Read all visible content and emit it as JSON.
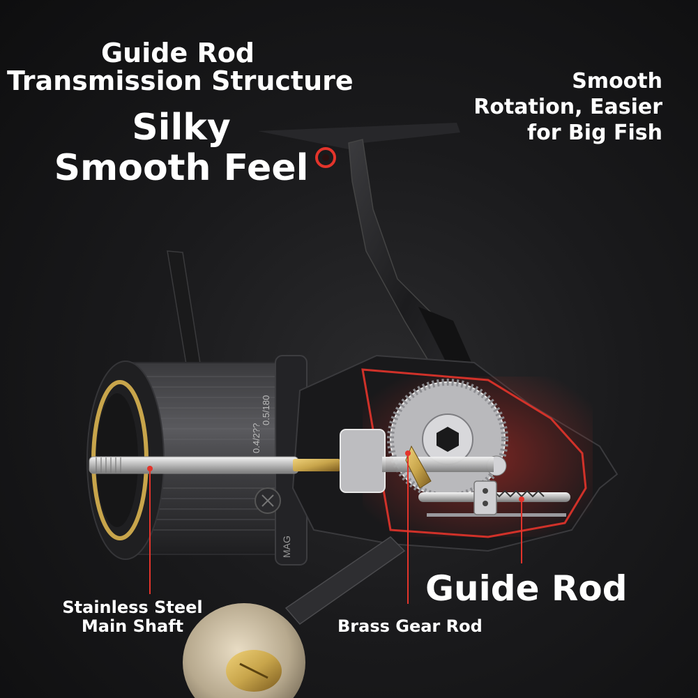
{
  "heading": {
    "line1": "Guide Rod",
    "line2": "Transmission Structure",
    "feel_line1": "Silky",
    "feel_line2": "Smooth Feel"
  },
  "tagline": {
    "line1": "Smooth",
    "line2": "Rotation, Easier",
    "line3": "for Big Fish"
  },
  "labels": {
    "guide_rod": "Guide Rod",
    "shaft_line1": "Stainless Steel",
    "shaft_line2": "Main Shaft",
    "brass_gear_rod": "Brass Gear Rod"
  },
  "spool_markings": {
    "line1": "0.5/180",
    "line2": "0.4/2??",
    "brand": "MAG"
  },
  "colors": {
    "accent_red": "#e3342b",
    "brass": "#c8a54b",
    "steel": "#d6d6d6",
    "body_dark": "#1c1c1e"
  }
}
